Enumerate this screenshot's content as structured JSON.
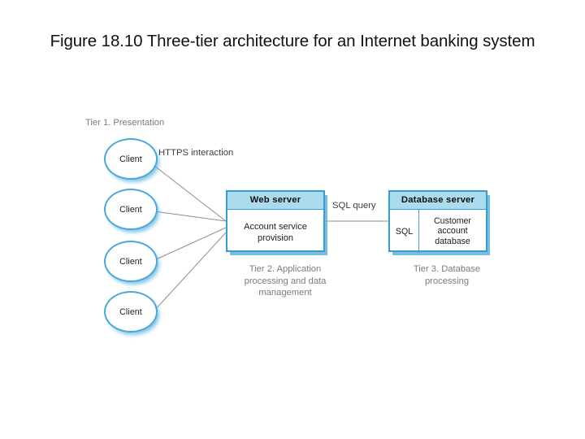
{
  "slide": {
    "title": "Figure 18.10 Three-tier architecture for an Internet banking system"
  },
  "diagram": {
    "tier1": {
      "caption": "Tier 1. Presentation",
      "clients": [
        {
          "label": "Client"
        },
        {
          "label": "Client"
        },
        {
          "label": "Client"
        },
        {
          "label": "Client"
        }
      ],
      "connection_label": "HTTPS interaction"
    },
    "tier2": {
      "caption_line1": "Tier 2. Application",
      "caption_line2": "processing and data",
      "caption_line3": "management",
      "box": {
        "header": "Web server",
        "body_line1": "Account service",
        "body_line2": "provision"
      },
      "connection_label": "SQL query"
    },
    "tier3": {
      "caption_line1": "Tier 3. Database",
      "caption_line2": "processing",
      "box": {
        "header": "Database server",
        "protocol_cell": "SQL",
        "store_line1": "Customer",
        "store_line2": "account",
        "store_line3": "database"
      }
    },
    "colors": {
      "node_border": "#4aa8d8",
      "box_border": "#3a9cd0",
      "header_fill": "#aadcee",
      "shadow": "#5fb4dc",
      "connector": "#8d8d8d",
      "caption_text": "#7b7b7b"
    }
  }
}
